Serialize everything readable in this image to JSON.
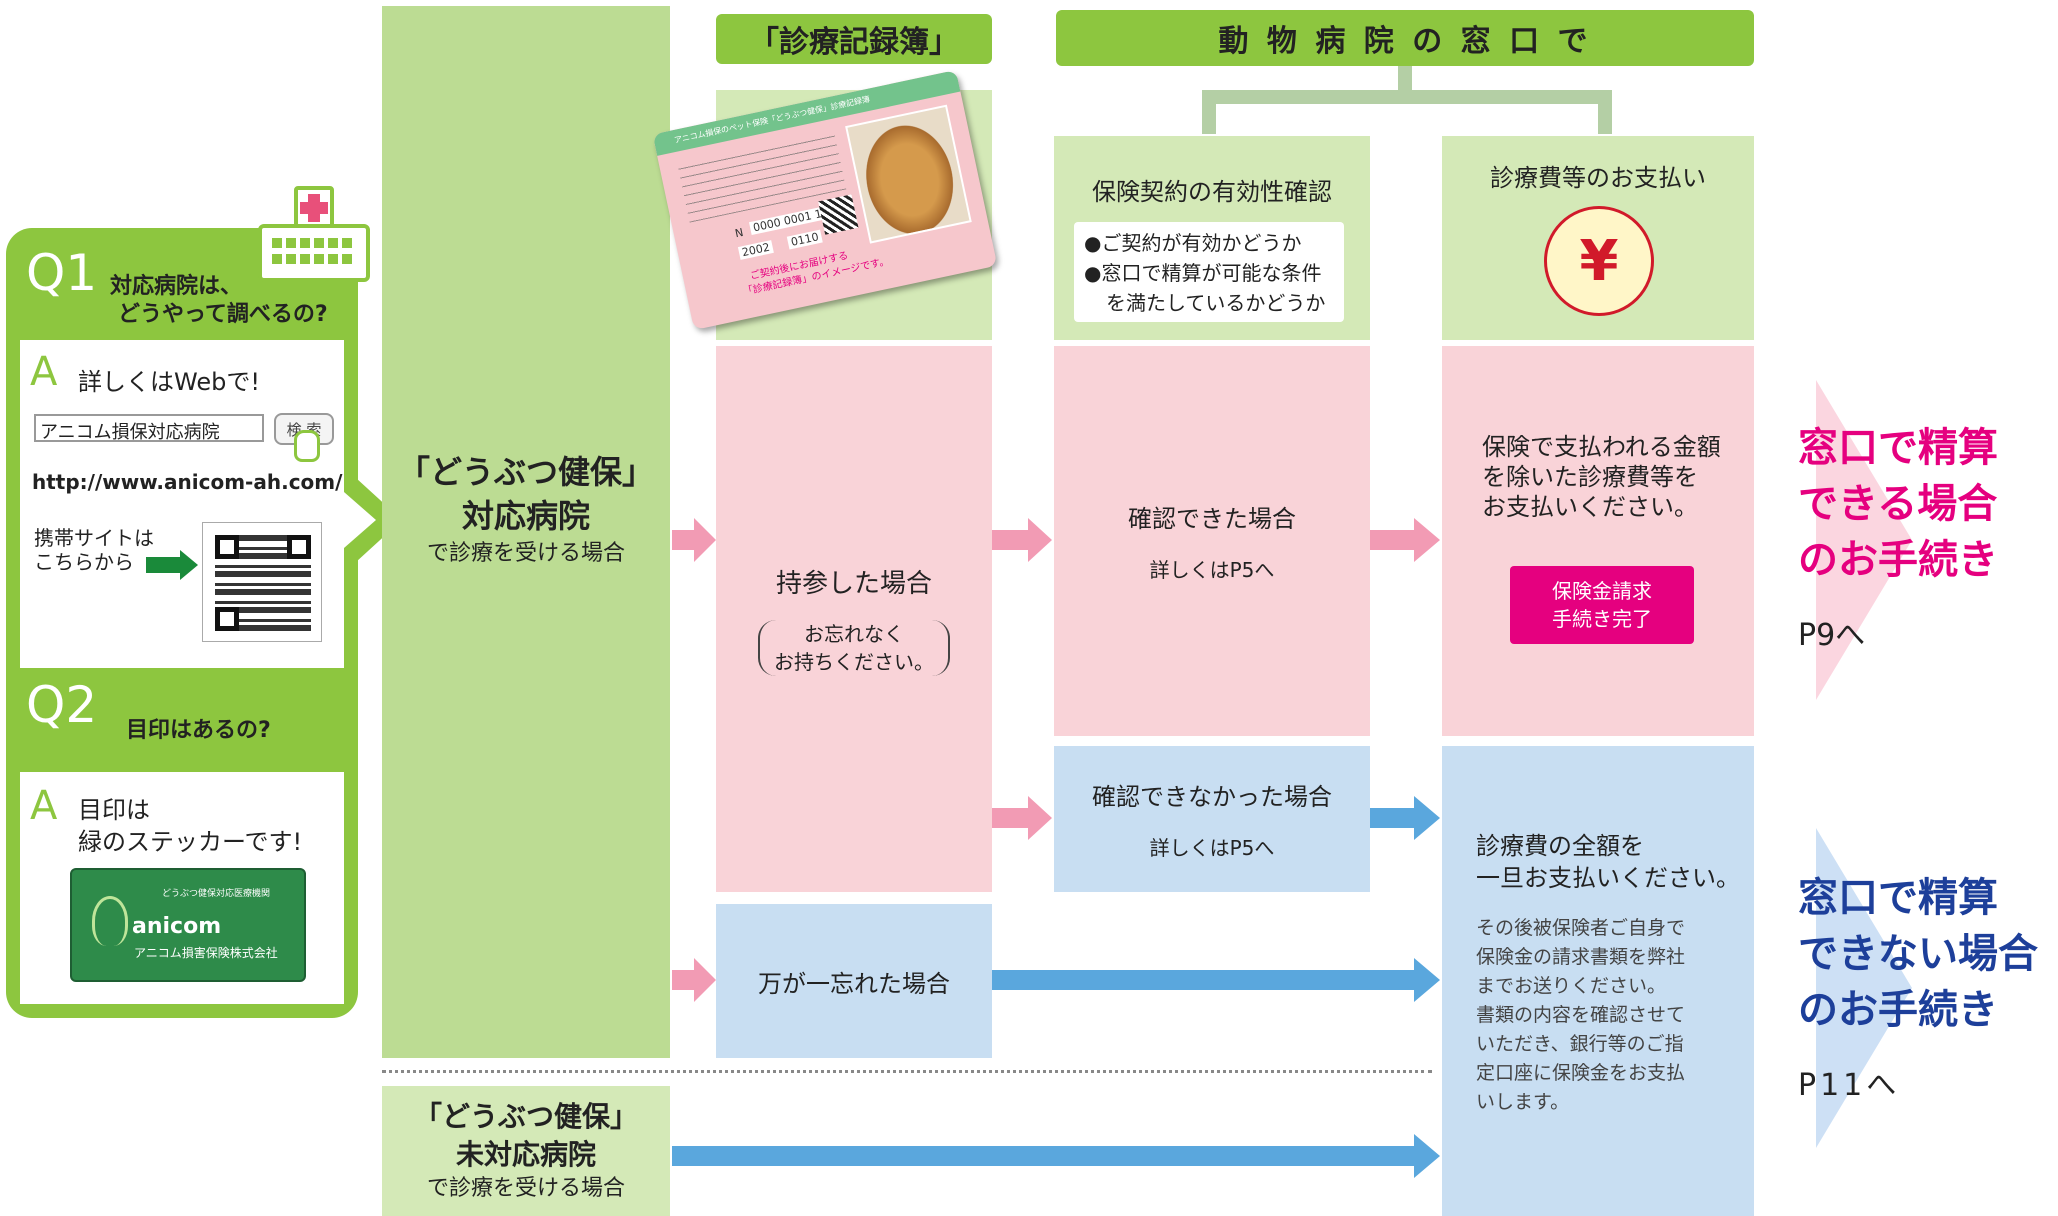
{
  "q1": {
    "label": "Q1",
    "question_line1": "対応病院は、",
    "question_line2": "どうやって調べるの?",
    "answer_mark": "A",
    "answer": "詳しくはWebで!",
    "search_text": "アニコム損保対応病院",
    "search_button": "検 索",
    "url": "http://www.anicom-ah.com/",
    "mobile_line1": "携帯サイトは",
    "mobile_line2": "こちらから"
  },
  "q2": {
    "label": "Q2",
    "question": "目印はあるの?",
    "answer_mark": "A",
    "answer_line1": "目印は",
    "answer_line2": "緑のステッカーです!",
    "sticker_top": "どうぶつ健保対応医療機関",
    "sticker_brand": "anicom",
    "sticker_company": "アニコム損害保険株式会社"
  },
  "left_column": {
    "title_line1": "「どうぶつ健保」",
    "title_line2": "対応病院",
    "subtitle": "で診療を受ける場合"
  },
  "bottom_left": {
    "title_line1": "「どうぶつ健保」",
    "title_line2": "未対応病院",
    "subtitle": "で診療を受ける場合"
  },
  "record_header": "「診療記録簿」",
  "clinic_header": "動 物 病 院 の 窓 口 で",
  "card": {
    "title": "アニコム損保のペット保険「どうぶつ健保」診療記録簿",
    "number_label": "N",
    "number": "0000 0001 1",
    "code1": "2002",
    "code2": "0110",
    "caption_line1": "ご契約後にお届けする",
    "caption_line2": "「診療記録簿」のイメージです。"
  },
  "verify": {
    "title": "保険契約の有効性確認",
    "bullet1": "●ご契約が有効かどうか",
    "bullet2": "●窓口で精算が可能な条件",
    "bullet2b": "を満たしているかどうか"
  },
  "payment": {
    "title": "診療費等のお支払い",
    "yen": "¥"
  },
  "brought": {
    "title": "持参した場合",
    "note_line1": "お忘れなく",
    "note_line2": "お持ちください。"
  },
  "confirmed": {
    "title": "確認できた場合",
    "ref": "詳しくはP5へ"
  },
  "pay_partial": {
    "line1": "保険で支払われる金額",
    "line2": "を除いた診療費等を",
    "line3": "お支払いください。",
    "button_line1": "保険金請求",
    "button_line2": "手続き完了"
  },
  "not_confirmed": {
    "title": "確認できなかった場合",
    "ref": "詳しくはP5へ"
  },
  "forgot": {
    "title": "万が一忘れた場合"
  },
  "pay_full": {
    "line1": "診療費の全額を",
    "line2": "一旦お支払いください。",
    "detail": [
      "その後被保険者ご自身で",
      "保険金の請求書類を弊社",
      "までお送りください。",
      "書類の内容を確認させて",
      "いただき、銀行等のご指",
      "定口座に保険金をお支払",
      "いします。"
    ]
  },
  "result_yes": {
    "line1": "窓口で精算",
    "line2": "できる場合",
    "line3": "のお手続き",
    "page": "P9へ"
  },
  "result_no": {
    "line1": "窓口で精算",
    "line2": "できない場合",
    "line3": "のお手続き",
    "page": "P11へ"
  },
  "colors": {
    "green": "#8dc63f",
    "pink": "#f9d3d8",
    "blue": "#c8def2",
    "magenta": "#e5007f",
    "navy": "#1d3f9a"
  }
}
